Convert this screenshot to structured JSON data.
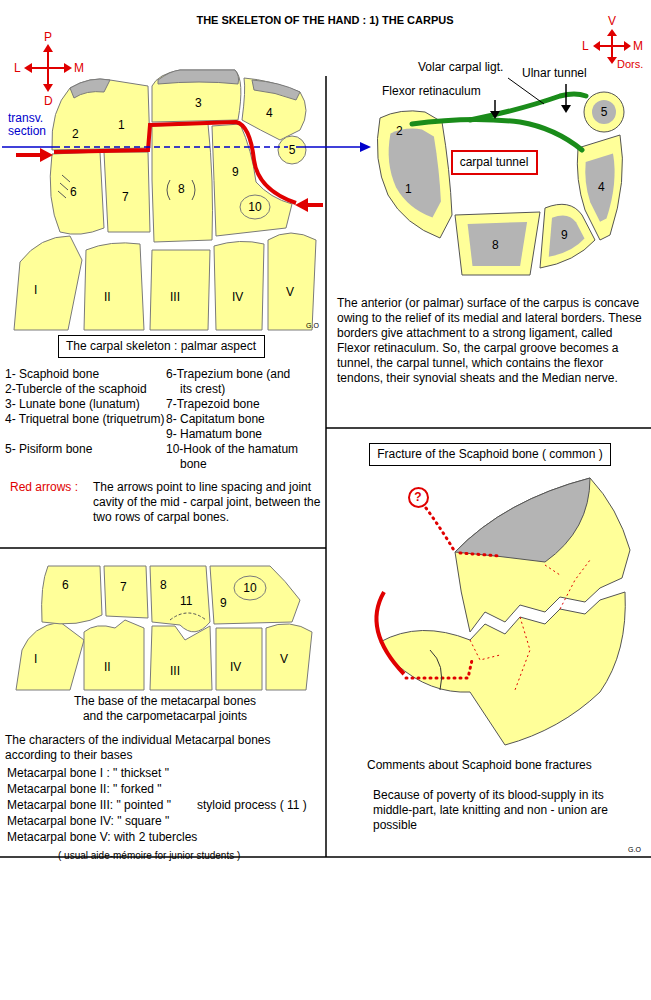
{
  "diagram": {
    "title": "THE SKELETON OF THE HAND : 1) THE CARPUS",
    "nodes": [
      {
        "text": [
          "The carpal skeleton : palmar aspect"
        ]
      },
      {
        "text": [
          "carpal tunnel"
        ]
      },
      {
        "text": [
          "Fracture of the Scaphoid bone ( common )"
        ]
      },
      {
        "text": [
          "?"
        ]
      }
    ],
    "labels": [
      "P",
      "L",
      "M",
      "D",
      "transv. section",
      "1",
      "2",
      "3",
      "4",
      "5",
      "6",
      "7",
      "8",
      "9",
      "10",
      "I",
      "II",
      "III",
      "IV",
      "V",
      "G.O",
      "V",
      "L",
      "M",
      "Dors.",
      "Volar carpal ligt.",
      "Ulnar tunnel",
      "Flexor retinaculum",
      "2",
      "1",
      "5",
      "4",
      "8",
      "9",
      "The anterior (or palmar) surface of the carpus is concave owing to the relief of its medial and lateral borders. These borders give attachment to a strong ligament, called Flexor retinaculum. So, the carpal groove becomes a tunnel, the carpal tunnel, which contains the flexor tendons, their synovial sheats and the Median nerve.",
      "1- Scaphoid bone",
      "2-Tubercle of the scaphoid",
      "3- Lunate bone (lunatum)",
      "4- Triquetral bone (triquetrum)",
      "5- Pisiform bone",
      "6-Trapezium bone (and its crest)",
      "7-Trapezoid bone",
      "8- Capitatum bone",
      "9- Hamatum bone",
      "10-Hook of the hamatum bone",
      "Red arrows :",
      "The arrows point to line spacing and joint cavity of the mid - carpal joint, between the two rows of carpal bones.",
      "6",
      "7",
      "8",
      "11",
      "9",
      "10",
      "I",
      "II",
      "III",
      "IV",
      "V",
      "The base of the metacarpal bones and the carpometacarpal joints",
      "The characters of the individual Metacarpal bones according to their bases",
      "Metacarpal bone I : \" thickset \"",
      "Metacarpal bone II: \" forked \"",
      "Metacarpal bone III: \" pointed \"",
      "Metacarpal bone IV: \" square \"",
      "Metacarpal bone V: with 2 tubercles",
      "styloid process ( 11 )",
      "( usual aide-mémoire for junior students )",
      "Comments about Scaphoid bone fractures",
      "Because of poverty of its blood-supply in its middle-part, late knitting and non - union are possible",
      "G.O"
    ]
  }
}
